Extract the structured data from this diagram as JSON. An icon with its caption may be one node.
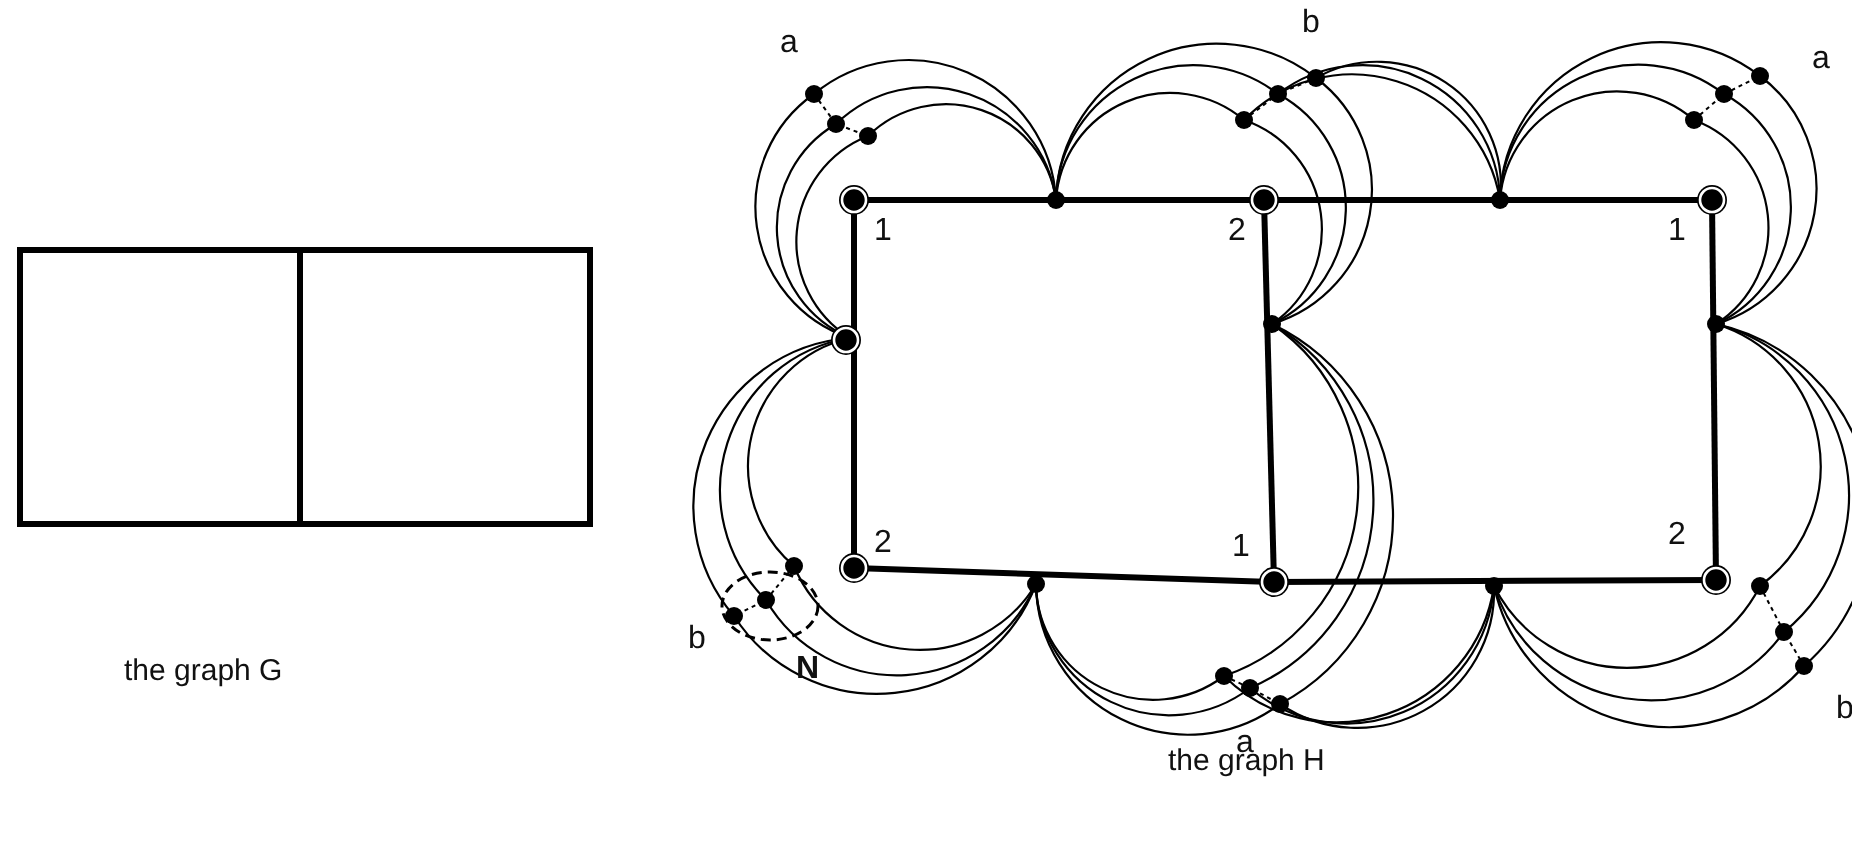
{
  "diagram": {
    "labels": [
      "a",
      "b",
      "a",
      "1",
      "2",
      "1",
      "2",
      "1",
      "2",
      "b",
      "N",
      "a",
      "b",
      "the graph G",
      "the graph H"
    ]
  }
}
